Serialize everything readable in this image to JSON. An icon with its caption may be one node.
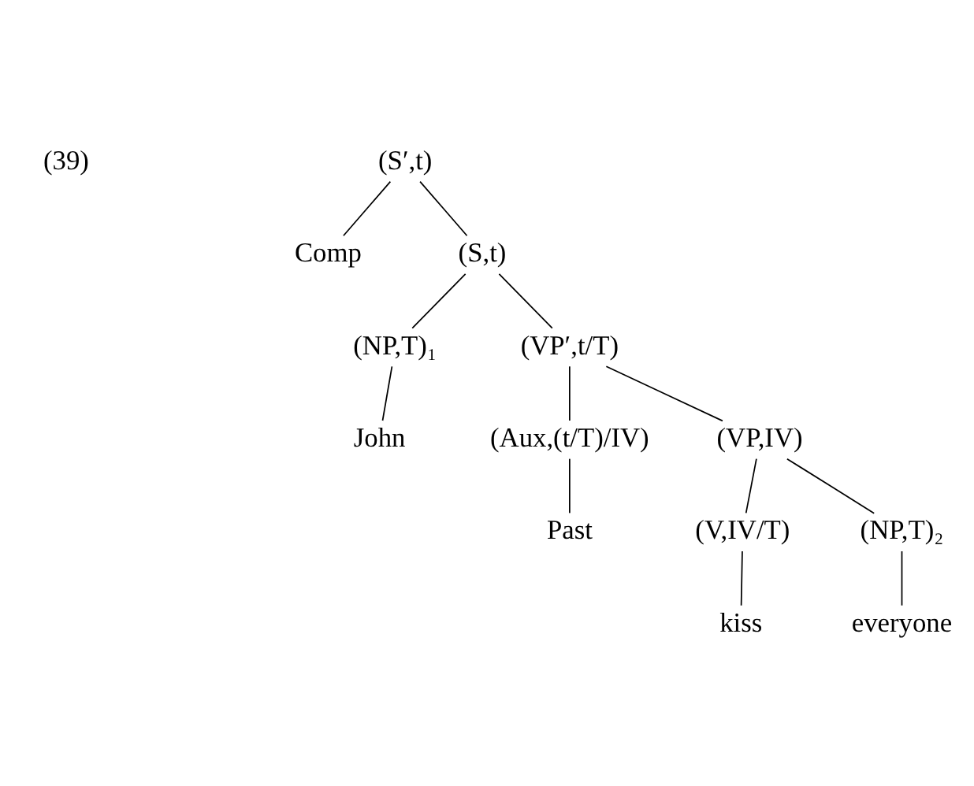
{
  "diagram": {
    "nodes": [
      {
        "text": [
          "(S′,t)"
        ]
      },
      {
        "text": [
          "Comp"
        ]
      },
      {
        "text": [
          "(S,t)"
        ]
      },
      {
        "text": [
          "(NP,T)₁"
        ]
      },
      {
        "text": [
          "(VP′,t/T)"
        ]
      },
      {
        "text": [
          "John"
        ]
      },
      {
        "text": [
          "(Aux,(t/T)/IV)"
        ]
      },
      {
        "text": [
          "(VP,IV)"
        ]
      },
      {
        "text": [
          "Past"
        ]
      },
      {
        "text": [
          "(V,IV/T)"
        ]
      },
      {
        "text": [
          "(NP,T)₂"
        ]
      },
      {
        "text": [
          "kiss"
        ]
      },
      {
        "text": [
          "everyone"
        ]
      }
    ],
    "edges": [
      {
        "from": 0,
        "to": 1,
        "arrow": "none"
      },
      {
        "from": 0,
        "to": 2,
        "arrow": "none"
      },
      {
        "from": 2,
        "to": 3,
        "arrow": "none"
      },
      {
        "from": 2,
        "to": 4,
        "arrow": "none"
      },
      {
        "from": 3,
        "to": 5,
        "arrow": "none"
      },
      {
        "from": 4,
        "to": 6,
        "arrow": "none"
      },
      {
        "from": 4,
        "to": 7,
        "arrow": "none"
      },
      {
        "from": 6,
        "to": 8,
        "arrow": "none"
      },
      {
        "from": 7,
        "to": 9,
        "arrow": "none"
      },
      {
        "from": 7,
        "to": 10,
        "arrow": "none"
      },
      {
        "from": 9,
        "to": 11,
        "arrow": "none"
      },
      {
        "from": 10,
        "to": 12,
        "arrow": "none"
      }
    ],
    "labels": [
      "(39)"
    ]
  }
}
